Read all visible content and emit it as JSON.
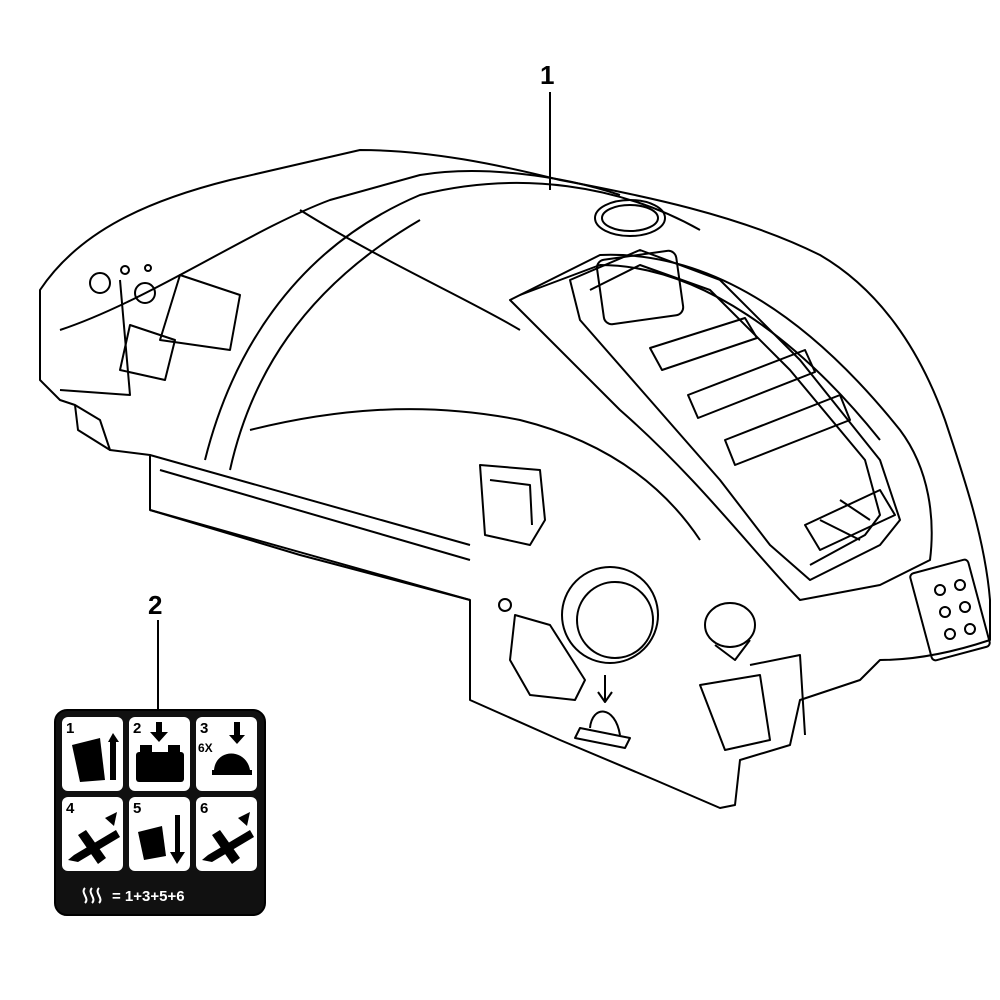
{
  "callouts": [
    {
      "label": "1"
    },
    {
      "label": "2"
    }
  ],
  "decal": {
    "cells": [
      {
        "number": "1",
        "icon": "cover-tilt-icon"
      },
      {
        "number": "2",
        "icon": "body-press-down-icon"
      },
      {
        "number": "3",
        "extra": "6X",
        "icon": "primer-bulb-press-icon"
      },
      {
        "number": "4",
        "icon": "choke-lever-icon"
      },
      {
        "number": "5",
        "icon": "cover-down-icon"
      },
      {
        "number": "6",
        "icon": "choke-lever-return-icon"
      }
    ],
    "footer_icon": "heat-waves-icon",
    "footer_text": "= 1+3+5+6"
  },
  "colors": {
    "line": "#000000",
    "background": "#ffffff",
    "decal_bg": "#111111"
  }
}
